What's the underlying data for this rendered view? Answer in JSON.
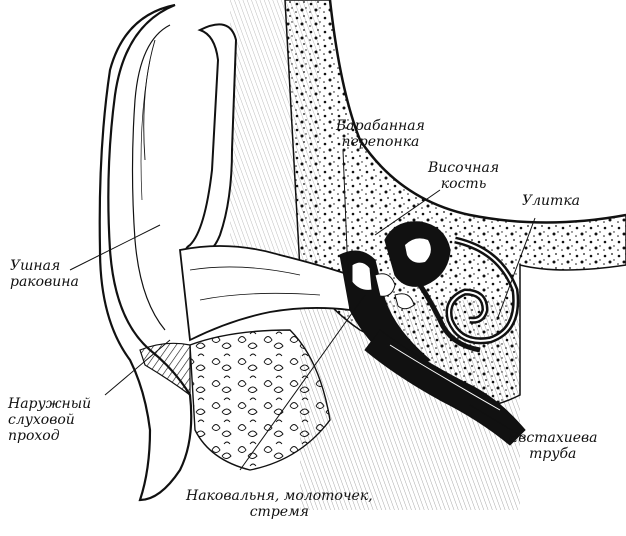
{
  "colors": {
    "ink": "#111111",
    "paper": "#ffffff",
    "tint": "#d9d9d9"
  },
  "labels": {
    "tympanic": {
      "line1": "Барабанная",
      "line2": "перепонка"
    },
    "temporal": {
      "line1": "Височная",
      "line2": "кость"
    },
    "cochlea": {
      "line1": "Улитка"
    },
    "auricle": {
      "line1": "Ушная",
      "line2": "раковина"
    },
    "canal": {
      "line1": "Наружный",
      "line2": "слуховой",
      "line3": "проход"
    },
    "eustachian": {
      "line1": "Евстахиева",
      "line2": "труба"
    },
    "ossicles": {
      "line1": "Наковальня, молоточек,",
      "line2": "стремя"
    }
  }
}
